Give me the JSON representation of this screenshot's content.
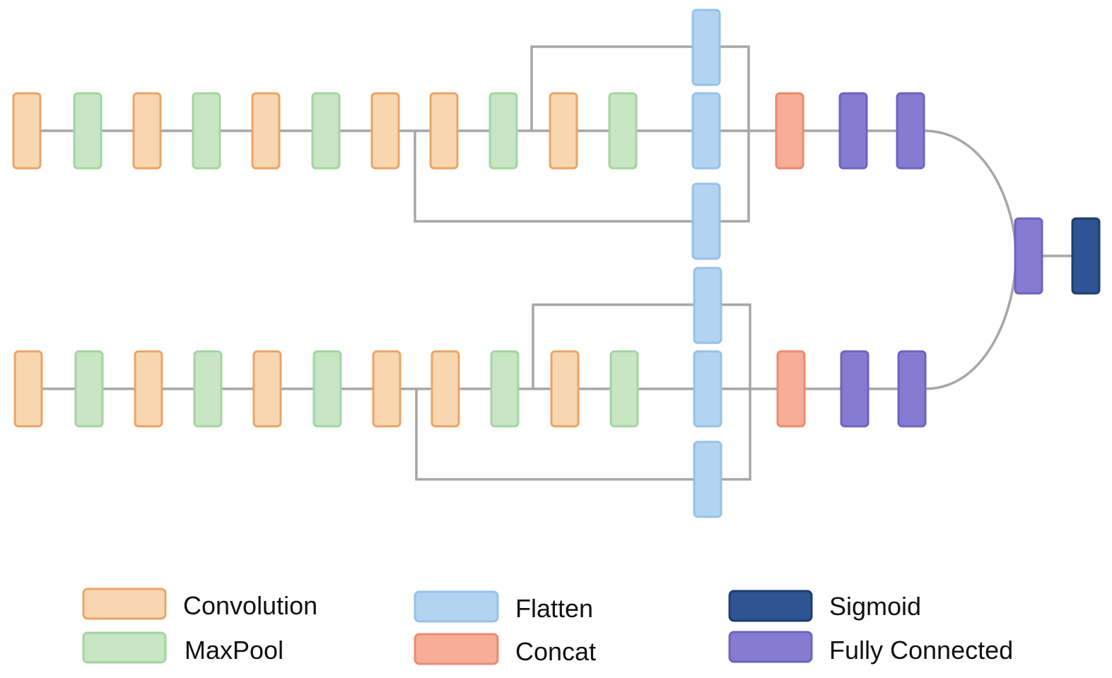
{
  "diagram": {
    "layer_types": {
      "conv": {
        "label": "Convolution",
        "fill": "#f8d7b0",
        "stroke": "#eba464"
      },
      "pool": {
        "label": "MaxPool",
        "fill": "#c8e5c4",
        "stroke": "#a3d59f"
      },
      "flatten": {
        "label": "Flatten",
        "fill": "#b2d4f0",
        "stroke": "#97c2e7"
      },
      "concat": {
        "label": "Concat",
        "fill": "#f7ad98",
        "stroke": "#ec8a6e"
      },
      "sigmoid": {
        "label": "Sigmoid",
        "fill": "#2e5494",
        "stroke": "#1f3d70"
      },
      "fc": {
        "label": "Fully Connected",
        "fill": "#857bd1",
        "stroke": "#6f62c2"
      }
    },
    "branches": [
      {
        "name": "upper",
        "sequence": [
          "conv",
          "pool",
          "conv",
          "pool",
          "conv",
          "pool",
          "conv",
          "conv",
          "pool",
          "conv",
          "pool",
          "flatten",
          "concat",
          "fc",
          "fc"
        ],
        "side_flatten": 2
      },
      {
        "name": "lower",
        "sequence": [
          "conv",
          "pool",
          "conv",
          "pool",
          "conv",
          "pool",
          "conv",
          "conv",
          "pool",
          "conv",
          "pool",
          "flatten",
          "concat",
          "fc",
          "fc"
        ],
        "side_flatten": 2
      }
    ],
    "head": [
      "fc",
      "sigmoid"
    ],
    "connector_color": "#a6a6a6"
  }
}
